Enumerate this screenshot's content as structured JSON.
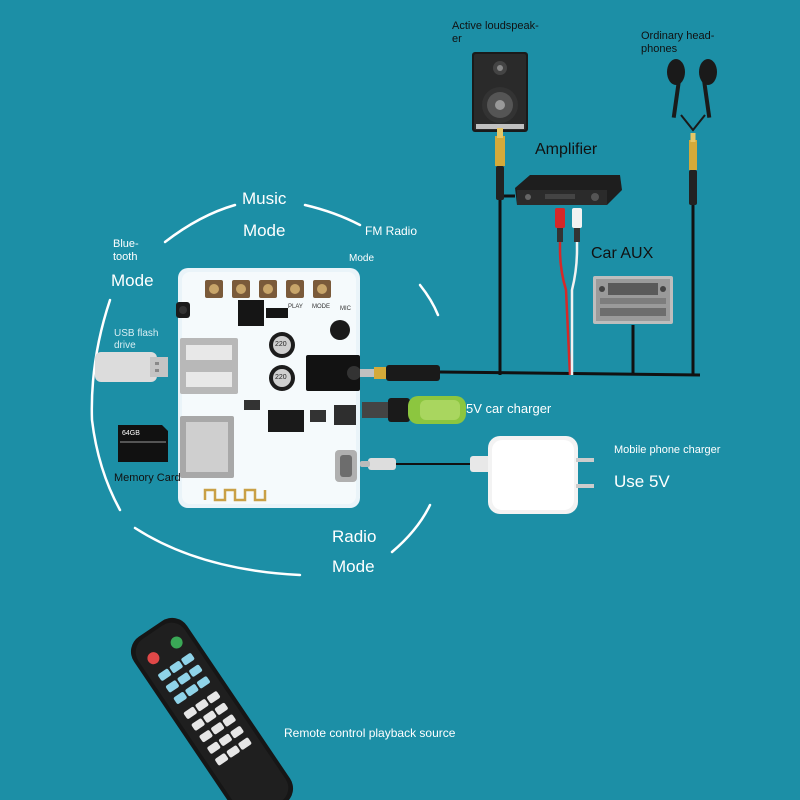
{
  "labels": {
    "active_speaker": [
      "Active loudspeak-",
      "er"
    ],
    "headphones": [
      "Ordinary head-",
      "phones"
    ],
    "amplifier": "Amplifier",
    "car_aux": "Car AUX",
    "music_mode": [
      "Music",
      "Mode"
    ],
    "fm_radio": "FM Radio",
    "fm_mode": "Mode",
    "bluetooth": [
      "Blue-",
      "tooth"
    ],
    "bluetooth_mode": "Mode",
    "usb_flash": [
      "USB flash",
      "drive"
    ],
    "memory_card": "Memory Card",
    "car_charger": "5V car charger",
    "phone_charger": "Mobile phone charger",
    "use_5v": "Use 5V",
    "radio_mode": [
      "Radio",
      "Mode"
    ],
    "remote": "Remote control playback source",
    "sd_card_text": "64GB",
    "silk_play": "PLAY",
    "silk_mode": "MODE",
    "silk_mic": "MIC",
    "cap_text": "220"
  },
  "colors": {
    "background": "#1c8fa6",
    "board": "#eaf4f9",
    "cable": "#111111",
    "arc": "#ffffff",
    "rca_red": "#d62828",
    "rca_white": "#f2f2f2",
    "charger_green": "#8cc63f"
  }
}
